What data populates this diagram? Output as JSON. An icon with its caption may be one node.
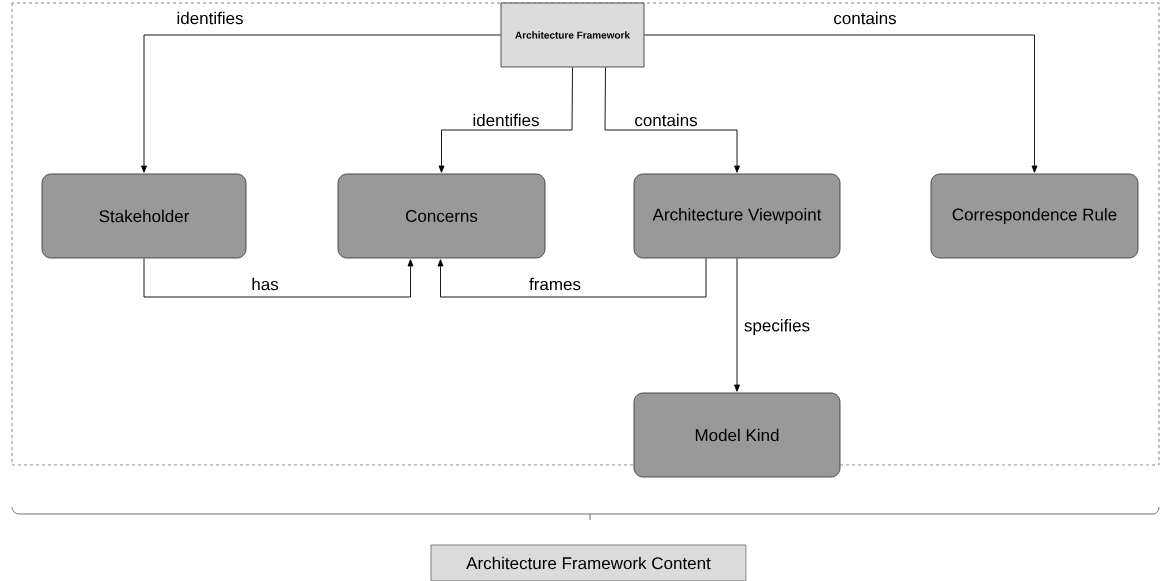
{
  "diagram": {
    "nodes": [
      {
        "text": [
          "Architecture Framework"
        ]
      },
      {
        "text": [
          "Stakeholder"
        ]
      },
      {
        "text": [
          "Concerns"
        ]
      },
      {
        "text": [
          "Architecture Viewpoint"
        ]
      },
      {
        "text": [
          "Correspondence Rule"
        ]
      },
      {
        "text": [
          "Model Kind"
        ]
      },
      {
        "text": [
          "Architecture Framework Content"
        ]
      }
    ],
    "edges": [
      {
        "from": 0,
        "to": 1,
        "arrow": "to",
        "label": "identifies"
      },
      {
        "from": 0,
        "to": 2,
        "arrow": "to",
        "label": "identifies"
      },
      {
        "from": 0,
        "to": 3,
        "arrow": "to",
        "label": "contains"
      },
      {
        "from": 0,
        "to": 4,
        "arrow": "to",
        "label": "contains"
      },
      {
        "from": 1,
        "to": 2,
        "arrow": "to",
        "label": "has"
      },
      {
        "from": 3,
        "to": 2,
        "arrow": "to",
        "label": "frames"
      },
      {
        "from": 3,
        "to": 5,
        "arrow": "to",
        "label": "specifies"
      }
    ]
  }
}
